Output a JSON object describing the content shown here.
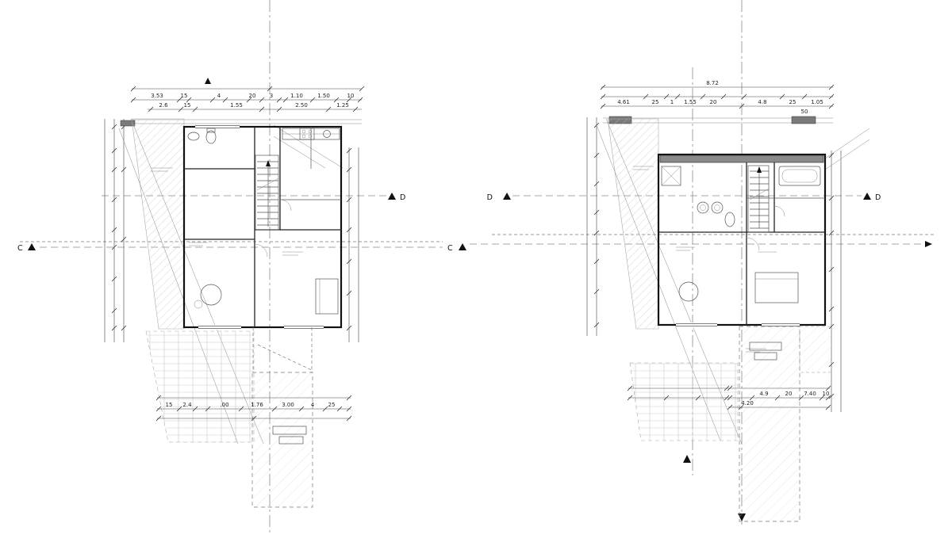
{
  "document": {
    "kind": "architectural floor plan drawing, two plans side by side",
    "background": "#ffffff",
    "line_color": "#111111"
  },
  "plans": {
    "left": {
      "top_row1": [
        "3.53",
        "15",
        "4",
        "20",
        "3",
        "1.10",
        "1.50",
        "10"
      ],
      "top_row2": [
        "2.6",
        "15",
        "1.55",
        "2.50",
        "1.25"
      ],
      "bottom_row": [
        "15",
        "2.4",
        ".00",
        "1.76",
        "3.00",
        "4",
        "25"
      ],
      "markers": {
        "c": "C",
        "d": "D"
      }
    },
    "right": {
      "overall_width": "8.72",
      "top_row1": [
        "4.61",
        "25",
        "1",
        "1.55",
        "20",
        "4.8",
        "25",
        "1.05"
      ],
      "top_row2": [
        "50"
      ],
      "bottom_row": [
        "4.9",
        "20",
        "7.40",
        "10"
      ],
      "bottom_extra": "4.20",
      "markers": {
        "c": "C",
        "d_left": "D",
        "d_right": "D"
      }
    }
  }
}
